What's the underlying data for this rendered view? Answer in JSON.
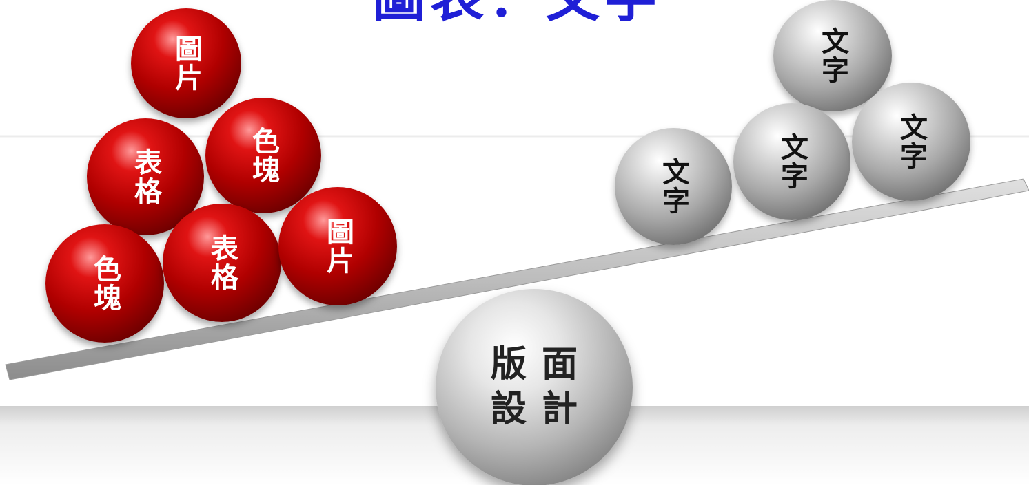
{
  "title": "圖表：文字",
  "left_pan": {
    "balls": [
      {
        "label": "圖片"
      },
      {
        "label": "表格"
      },
      {
        "label": "色塊"
      },
      {
        "label": "色塊"
      },
      {
        "label": "表格"
      },
      {
        "label": "圖片"
      }
    ]
  },
  "right_pan": {
    "balls": [
      {
        "label": "文字"
      },
      {
        "label": "文字"
      },
      {
        "label": "文字"
      },
      {
        "label": "文字"
      }
    ]
  },
  "fulcrum": {
    "line1": "版面",
    "line2": "設計"
  },
  "colors": {
    "title": "#1f1fd6",
    "left_balls": "#c00000",
    "right_balls": "#9a9a9a",
    "beam": "#b8b8b8"
  }
}
